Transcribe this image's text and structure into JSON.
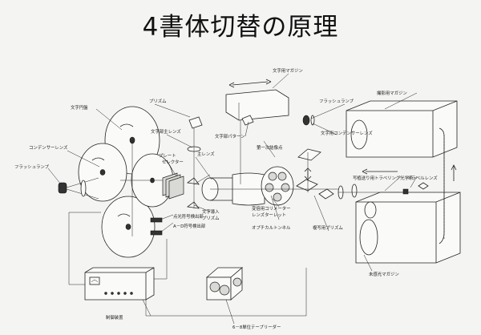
{
  "title": "4書体切替の原理",
  "labels": {
    "moji_enban": "文字円盤",
    "condenser": "コンデンサーレンズ",
    "flash_left": "フラッシュランプ",
    "prism_top": "プリズム",
    "mojibu_lens": "文字部主レンズ",
    "plate_selector": "プレート\nセレクター",
    "main_lens": "主レンズ",
    "moji_pattern": "文字部パターン",
    "moji_donyu": "文字導入\nプリズム",
    "tenko_kenshutsu": "点光符号検出部",
    "ab_kenshutsu": "A－D符号検出部",
    "seigyo": "制御装置",
    "tape_reader": "6－8単位テープリーダー",
    "magazine_top": "文字用マガジン",
    "flash_right": "フラッシュランプ",
    "moji_condenser": "文字用コンデンサーレンズ",
    "dai1_image": "第一次結像点",
    "kahen_collimator": "変倍用コリメーター\nレンズターレット",
    "optical_tunnel": "オプチカルトンネル",
    "fukusha_prism": "複写用プリズム",
    "travel_prism": "写植送り用トラベリング光学系",
    "travel_lens": "トラベルレンズ",
    "satsuei_magazine": "撮影用マガジン",
    "fushi_magazine": "未感光マガジン"
  },
  "icons": [
    "disc-icon",
    "lamp-icon",
    "lens-icon",
    "prism-icon",
    "magazine-icon",
    "tape-reader-icon",
    "control-box-icon"
  ]
}
